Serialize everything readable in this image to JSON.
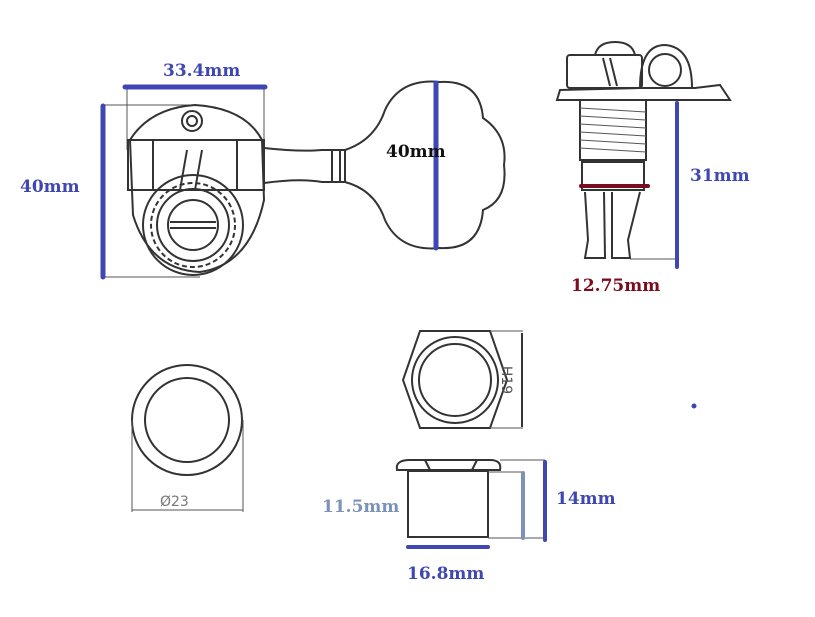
{
  "colors": {
    "dimension_blue": "#3f47b3",
    "dimension_red": "#7a0d1e",
    "dimension_light": "#7b93b8",
    "label_black": "#111111"
  },
  "front_view": {
    "width_label": "33.4mm",
    "height_label": "40mm",
    "knob_label": "40mm"
  },
  "side_view": {
    "height_label": "31mm",
    "diameter_label": "12.75mm"
  },
  "washer": {
    "diameter_label": "Ø23"
  },
  "hex_nut_top": {
    "size_label": "H19"
  },
  "hex_nut_side": {
    "total_height_label": "14mm",
    "body_height_label": "11.5mm",
    "width_label": "16.8mm"
  }
}
